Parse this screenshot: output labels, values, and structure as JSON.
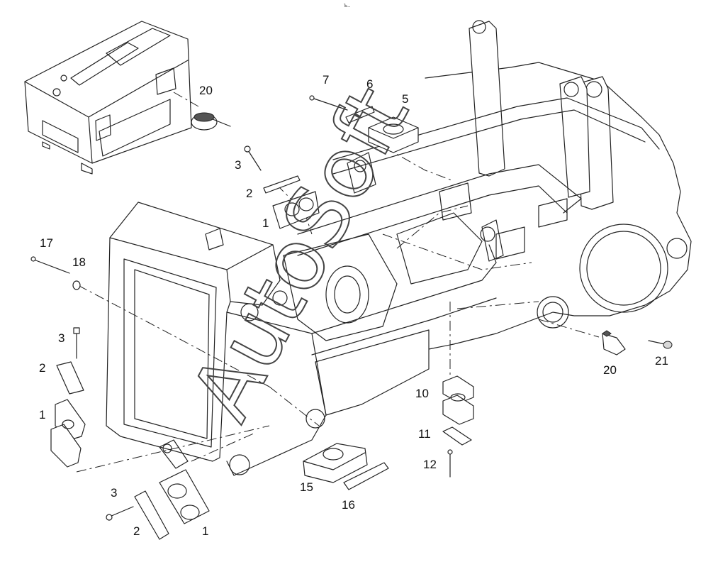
{
  "callouts": {
    "c20_top": "20",
    "c7": "7",
    "c6": "6",
    "c5": "5",
    "c3_top": "3",
    "c2_top": "2",
    "c1_top": "1",
    "c17": "17",
    "c18": "18",
    "c3_left": "3",
    "c2_left": "2",
    "c1_left": "1",
    "c3_bottom": "3",
    "c2_bottom": "2",
    "c1_bottom": "1",
    "c15": "15",
    "c16": "16",
    "c10": "10",
    "c11": "11",
    "c12": "12",
    "c20_right": "20",
    "c21": "21"
  },
  "watermark": "AutoSoft"
}
